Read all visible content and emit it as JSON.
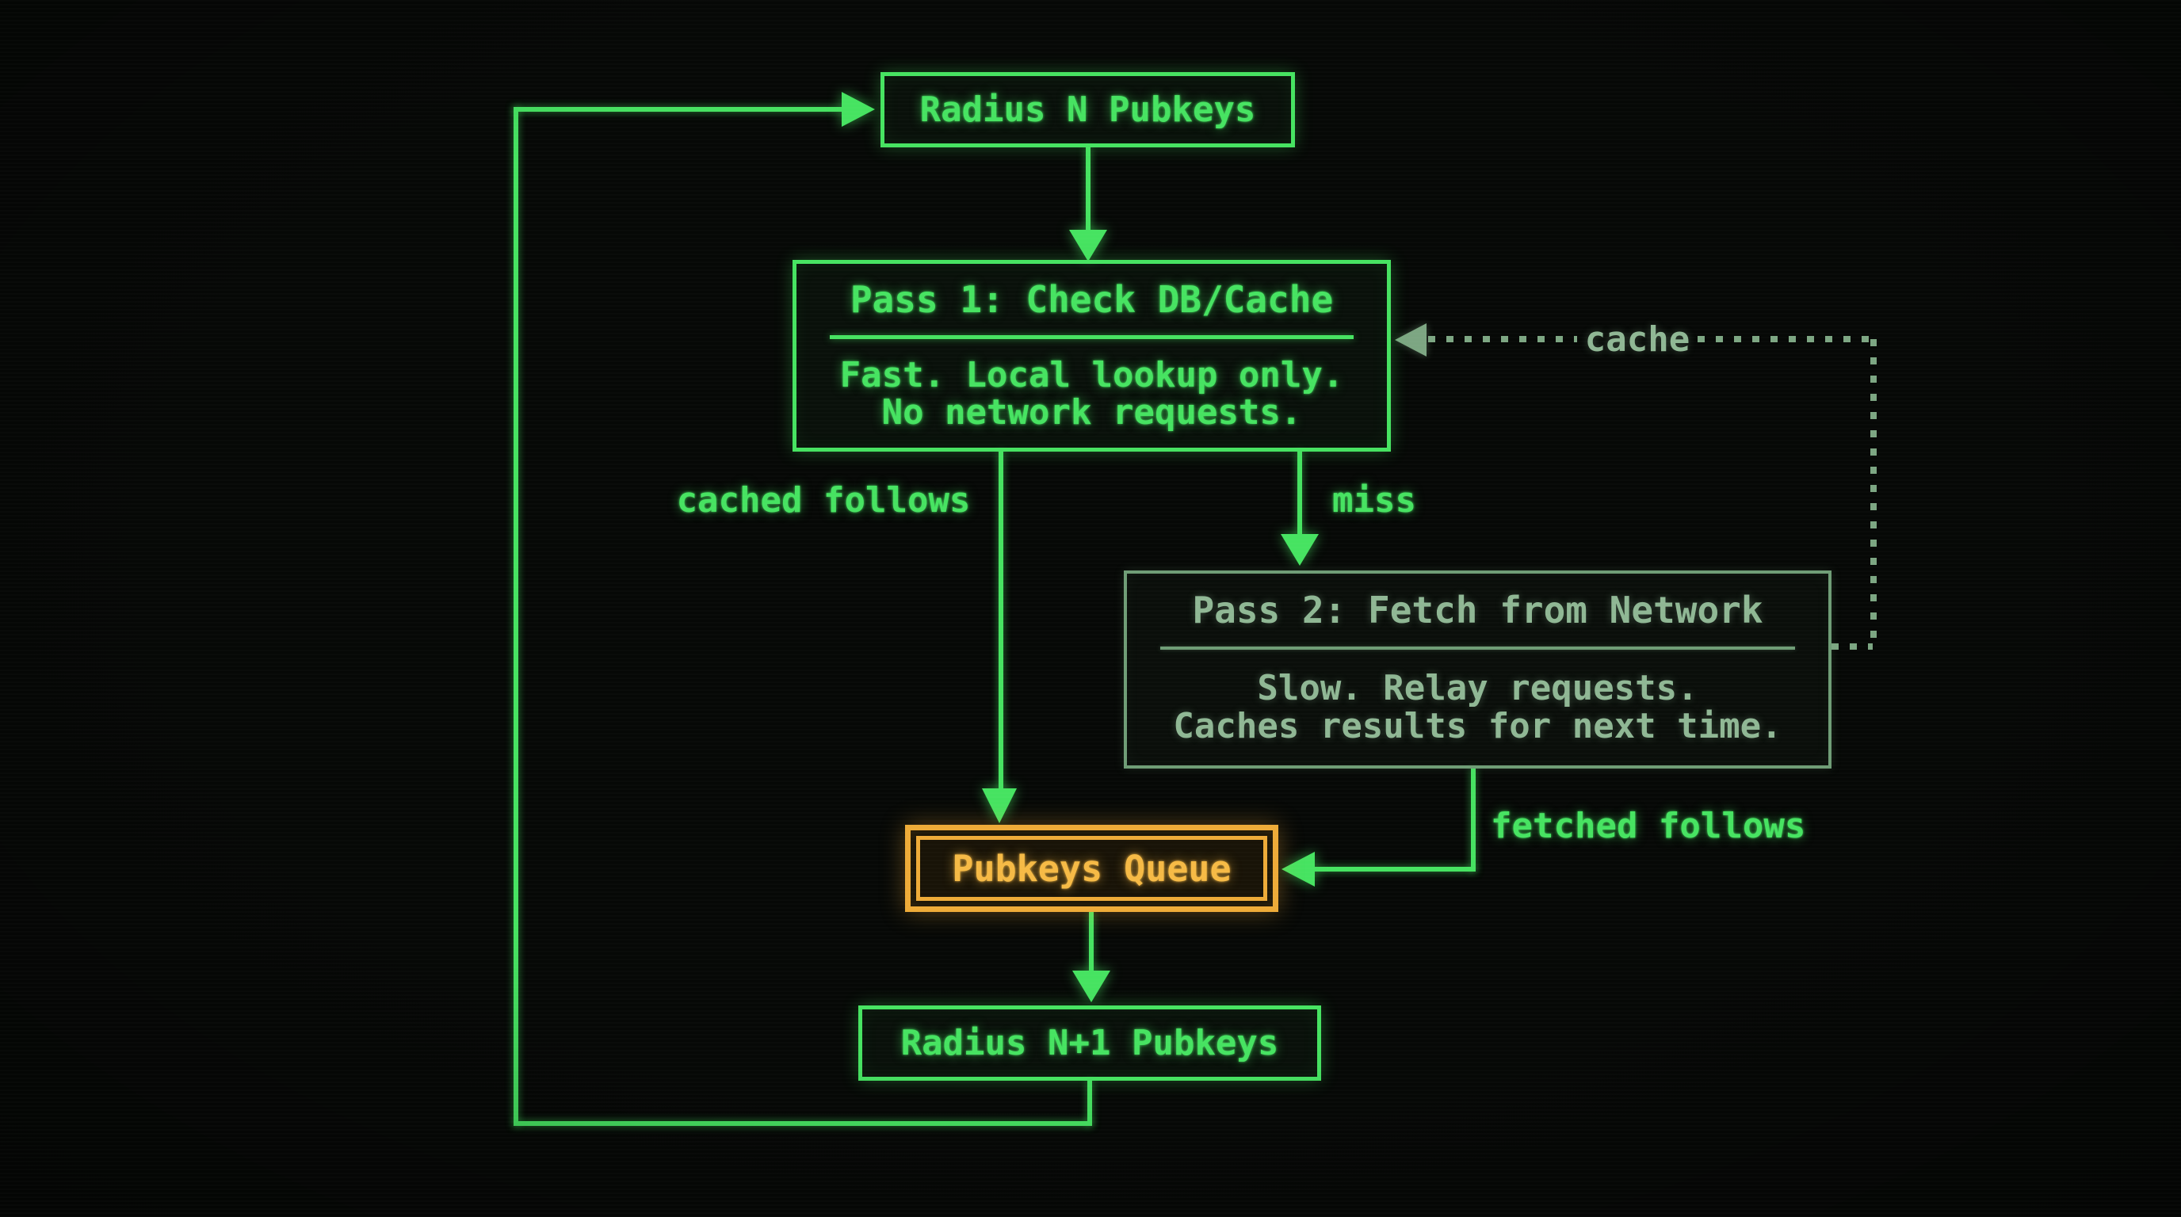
{
  "colors": {
    "background": "#060806",
    "green": "#46e361",
    "dim_green": "#8fb794",
    "dim_border": "#6f9d76",
    "dim_dots": "#7ca682",
    "amber": "#f6ba45",
    "amber_border": "#eeab38"
  },
  "nodes": {
    "radius_n": {
      "label": "Radius N Pubkeys"
    },
    "pass1": {
      "title": "Pass 1: Check DB/Cache",
      "line1": "Fast. Local lookup only.",
      "line2": "No network requests."
    },
    "pass2": {
      "title": "Pass 2: Fetch from Network",
      "line1": "Slow. Relay requests.",
      "line2": "Caches results for next time."
    },
    "queue": {
      "label": "Pubkeys Queue"
    },
    "radius_n_plus_1": {
      "label": "Radius N+1 Pubkeys"
    }
  },
  "edges": {
    "cached_follows": {
      "label": "cached follows"
    },
    "miss": {
      "label": "miss"
    },
    "cache": {
      "label": "cache"
    },
    "fetched_follows": {
      "label": "fetched follows"
    }
  }
}
